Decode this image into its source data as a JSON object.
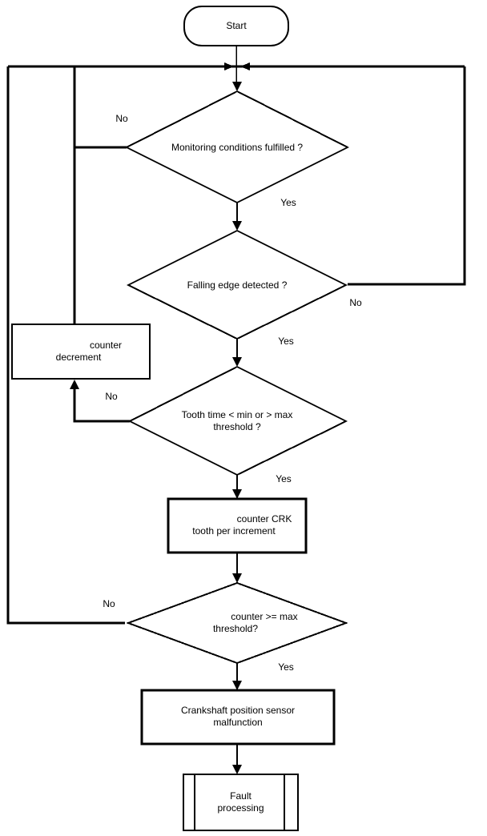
{
  "diagram": {
    "type": "flowchart",
    "colors": {
      "line": "#000000",
      "background": "#ffffff",
      "text": "#000000"
    },
    "nodes": {
      "start": {
        "shape": "terminator",
        "label": "Start"
      },
      "monitoring": {
        "shape": "decision",
        "lines": [
          "Monitoring conditions fulfilled ?"
        ]
      },
      "falling_edge": {
        "shape": "decision",
        "lines": [
          "Falling edge detected ?"
        ]
      },
      "counter_decrement": {
        "shape": "process",
        "lines": [
          "counter",
          "decrement"
        ]
      },
      "tooth_time": {
        "shape": "decision",
        "lines": [
          "Tooth time < min or > max",
          "threshold ?"
        ]
      },
      "counter_crk": {
        "shape": "process",
        "lines": [
          "counter CRK",
          "tooth per increment"
        ]
      },
      "counter_threshold": {
        "shape": "decision",
        "lines": [
          "counter >= max",
          "threshold?"
        ]
      },
      "malfunction": {
        "shape": "process",
        "lines": [
          "Crankshaft position sensor",
          "malfunction"
        ]
      },
      "fault_processing": {
        "shape": "predefined-process",
        "lines": [
          "Fault",
          "processing"
        ]
      }
    },
    "branch_labels": {
      "monitoring_no": "No",
      "monitoring_yes": "Yes",
      "falling_edge_no": "No",
      "falling_edge_yes": "Yes",
      "tooth_time_no": "No",
      "tooth_time_yes": "Yes",
      "counter_threshold_no": "No",
      "counter_threshold_yes": "Yes"
    },
    "edges": [
      {
        "from": "start",
        "to": "monitoring",
        "label": ""
      },
      {
        "from": "monitoring",
        "to": "falling_edge",
        "label": "Yes"
      },
      {
        "from": "monitoring",
        "to": "loop_back_to_start_junction",
        "label": "No"
      },
      {
        "from": "falling_edge",
        "to": "tooth_time",
        "label": "Yes"
      },
      {
        "from": "falling_edge",
        "to": "loop_back_to_start_junction",
        "label": "No"
      },
      {
        "from": "tooth_time",
        "to": "counter_decrement",
        "label": "No"
      },
      {
        "from": "tooth_time",
        "to": "counter_crk",
        "label": "Yes"
      },
      {
        "from": "counter_decrement",
        "to": "loop_back_to_start_junction",
        "label": ""
      },
      {
        "from": "counter_crk",
        "to": "counter_threshold",
        "label": ""
      },
      {
        "from": "counter_threshold",
        "to": "loop_back_to_start_junction",
        "label": "No"
      },
      {
        "from": "counter_threshold",
        "to": "malfunction",
        "label": "Yes"
      },
      {
        "from": "malfunction",
        "to": "fault_processing",
        "label": ""
      }
    ]
  }
}
